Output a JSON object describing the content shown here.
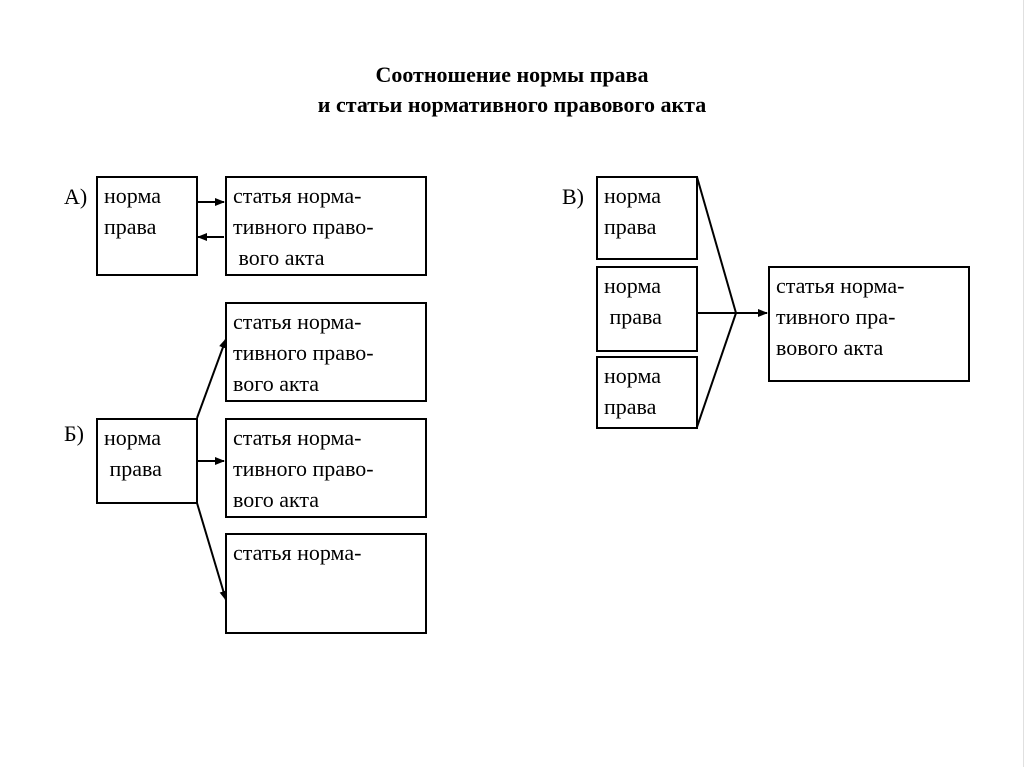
{
  "title": {
    "line1": "Соотношение нормы права",
    "line2": "и статьи нормативного правового акта"
  },
  "section_a": {
    "label": "А)",
    "norm_box": "норма\nправа",
    "article_box": "статья норма-\nтивного право-\n вого акта"
  },
  "section_b": {
    "label": "Б)",
    "norm_box": "норма\n права",
    "article_box_1": "статья норма-\nтивного право-\nвого акта",
    "article_box_2": "статья норма-\nтивного право-\nвого акта",
    "article_box_3": "статья норма-"
  },
  "section_c": {
    "label": "В)",
    "norm_box_1": "норма\nправа",
    "norm_box_2": "норма\n права",
    "norm_box_3": "норма\nправа",
    "article_box": "статья норма-\nтивного пра-\nвового акта"
  }
}
